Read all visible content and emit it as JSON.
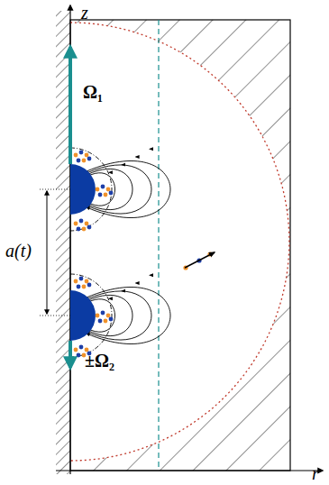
{
  "diagram": {
    "labels": [
      "z",
      "r",
      "Ω₁",
      "±Ω₂",
      "a(t)"
    ]
  }
}
